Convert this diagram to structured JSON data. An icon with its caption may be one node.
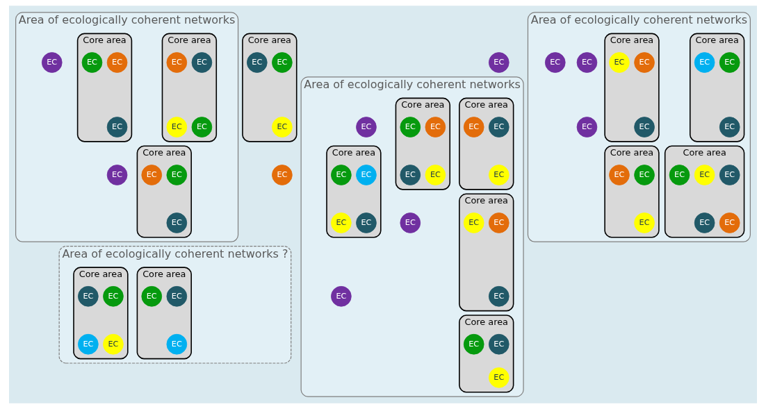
{
  "diagram": {
    "nodes": [
      {
        "text": [
          "Area of ecologically coherent networks"
        ]
      },
      {
        "text": [
          "Core area"
        ],
        "in": 0
      },
      {
        "text": [
          "EC"
        ],
        "in": 1
      },
      {
        "text": [
          "EC"
        ],
        "in": 1
      },
      {
        "text": [
          "EC"
        ],
        "in": 1
      },
      {
        "text": [
          "EC"
        ],
        "in": 1
      },
      {
        "text": [
          "Core area"
        ],
        "in": 0
      },
      {
        "text": [
          "EC"
        ],
        "in": 6
      },
      {
        "text": [
          "EC"
        ],
        "in": 6
      },
      {
        "text": [
          "EC"
        ],
        "in": 6
      },
      {
        "text": [
          "Core area"
        ],
        "in": 0
      },
      {
        "text": [
          "EC"
        ],
        "in": 10
      },
      {
        "text": [
          "EC"
        ],
        "in": 10
      },
      {
        "text": [
          "EC"
        ],
        "in": 10
      },
      {
        "text": [
          "EC"
        ],
        "in": 0
      },
      {
        "text": [
          "EC"
        ],
        "in": 0
      },
      {
        "text": [
          "Core area"
        ]
      },
      {
        "text": [
          "EC"
        ],
        "in": 16
      },
      {
        "text": [
          "EC"
        ],
        "in": 16
      },
      {
        "text": [
          "EC"
        ],
        "in": 16
      },
      {
        "text": [
          "EC"
        ]
      },
      {
        "text": [
          "Area of ecologically coherent networks"
        ]
      },
      {
        "text": [
          "Core area"
        ],
        "in": 21
      },
      {
        "text": [
          "EC"
        ],
        "in": 22
      },
      {
        "text": [
          "EC"
        ],
        "in": 22
      },
      {
        "text": [
          "EC"
        ],
        "in": 22
      },
      {
        "text": [
          "Core area"
        ],
        "in": 21
      },
      {
        "text": [
          "EC"
        ],
        "in": 26
      },
      {
        "text": [
          "EC"
        ],
        "in": 26
      },
      {
        "text": [
          "EC"
        ],
        "in": 26
      },
      {
        "text": [
          "Core area"
        ],
        "in": 21
      },
      {
        "text": [
          "EC"
        ],
        "in": 30
      },
      {
        "text": [
          "EC"
        ],
        "in": 30
      },
      {
        "text": [
          "EC"
        ],
        "in": 30
      },
      {
        "text": [
          "EC"
        ],
        "in": 30
      },
      {
        "text": [
          "EC"
        ],
        "in": 30
      },
      {
        "text": [
          "Core area"
        ],
        "in": 21
      },
      {
        "text": [
          "EC"
        ],
        "in": 36
      },
      {
        "text": [
          "EC"
        ],
        "in": 36
      },
      {
        "text": [
          "EC"
        ],
        "in": 36
      },
      {
        "text": [
          "EC"
        ],
        "in": 21
      },
      {
        "text": [
          "EC"
        ],
        "in": 21
      },
      {
        "text": [
          "EC"
        ],
        "in": 21
      },
      {
        "text": [
          "Area of ecologically coherent networks ?"
        ]
      },
      {
        "text": [
          "Core area"
        ],
        "in": 43
      },
      {
        "text": [
          "EC"
        ],
        "in": 44
      },
      {
        "text": [
          "EC"
        ],
        "in": 44
      },
      {
        "text": [
          "EC"
        ],
        "in": 44
      },
      {
        "text": [
          "Core area"
        ],
        "in": 43
      },
      {
        "text": [
          "EC"
        ],
        "in": 48
      },
      {
        "text": [
          "EC"
        ],
        "in": 48
      },
      {
        "text": [
          "EC"
        ],
        "in": 48
      },
      {
        "text": [
          "EC"
        ],
        "in": 48
      },
      {
        "text": [
          "EC"
        ]
      },
      {
        "text": [
          "Area of ecologically coherent networks"
        ]
      },
      {
        "text": [
          "Core area"
        ],
        "in": 54
      },
      {
        "text": [
          "EC"
        ],
        "in": 55
      },
      {
        "text": [
          "EC"
        ],
        "in": 55
      },
      {
        "text": [
          "EC"
        ],
        "in": 55
      },
      {
        "text": [
          "Core area"
        ],
        "in": 54
      },
      {
        "text": [
          "EC"
        ],
        "in": 59
      },
      {
        "text": [
          "EC"
        ],
        "in": 59
      },
      {
        "text": [
          "EC"
        ],
        "in": 59
      },
      {
        "text": [
          "EC"
        ],
        "in": 59
      },
      {
        "text": [
          "Core area"
        ],
        "in": 54
      },
      {
        "text": [
          "EC"
        ],
        "in": 64
      },
      {
        "text": [
          "EC"
        ],
        "in": 64
      },
      {
        "text": [
          "EC"
        ],
        "in": 64
      },
      {
        "text": [
          "Core area"
        ],
        "in": 54
      },
      {
        "text": [
          "EC"
        ],
        "in": 68
      },
      {
        "text": [
          "EC"
        ],
        "in": 68
      },
      {
        "text": [
          "EC"
        ],
        "in": 68
      },
      {
        "text": [
          "EC"
        ],
        "in": 68
      },
      {
        "text": [
          "Core area"
        ],
        "in": 54
      },
      {
        "text": [
          "EC"
        ],
        "in": 73
      },
      {
        "text": [
          "EC"
        ],
        "in": 73
      },
      {
        "text": [
          "EC"
        ],
        "in": 73
      },
      {
        "text": [
          "EC"
        ],
        "in": 54
      },
      {
        "text": [
          "EC"
        ],
        "in": 54
      },
      {
        "text": [
          "EC"
        ],
        "in": 54
      }
    ]
  }
}
